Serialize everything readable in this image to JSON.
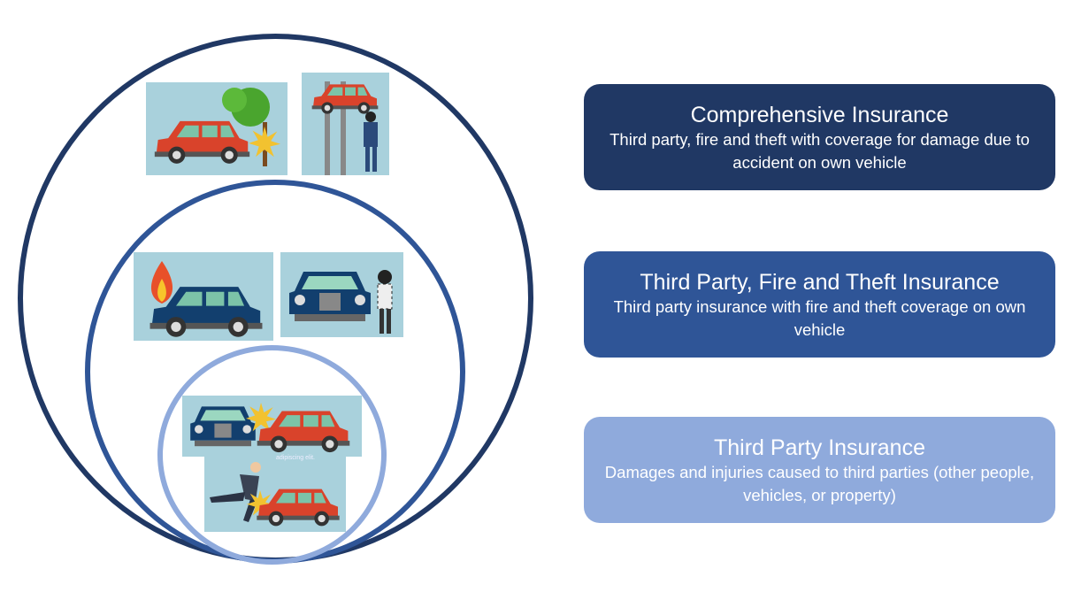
{
  "colors": {
    "comprehensive": "#203864",
    "fire_theft": "#2f5597",
    "third_party": "#8faadc",
    "picture_bg": "#a9d1dc"
  },
  "tiers": [
    {
      "title": "Comprehensive Insurance",
      "description": "Third party, fire and theft with coverage for damage due to accident on own vehicle"
    },
    {
      "title": "Third Party, Fire and Theft Insurance",
      "description": "Third party insurance with fire and theft coverage on own vehicle"
    },
    {
      "title": "Third Party Insurance",
      "description": "Damages and injuries caused to third parties (other people, vehicles, or property)"
    }
  ],
  "illustrations": {
    "caption": "adipiscing elit."
  }
}
